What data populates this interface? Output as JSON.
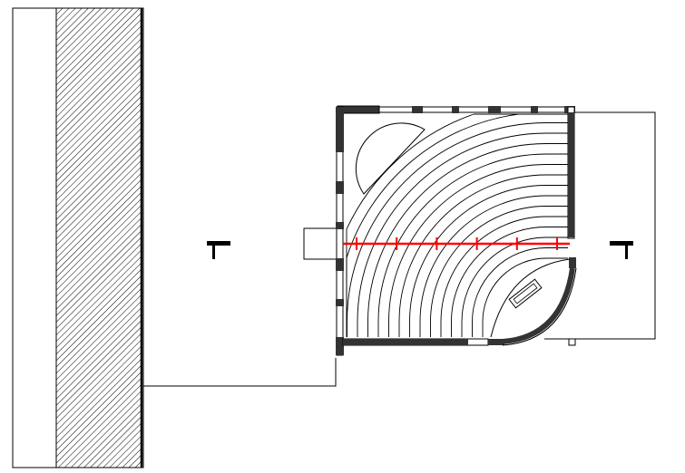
{
  "drawing": {
    "background_color": "#ffffff",
    "line_color": "#000000",
    "wall_color": "#333333",
    "dimension_color": "#ff0000",
    "section_markers": [
      "section-marker-left",
      "section-marker-right"
    ],
    "seating_rows": 16,
    "dimension_ticks": 6
  }
}
